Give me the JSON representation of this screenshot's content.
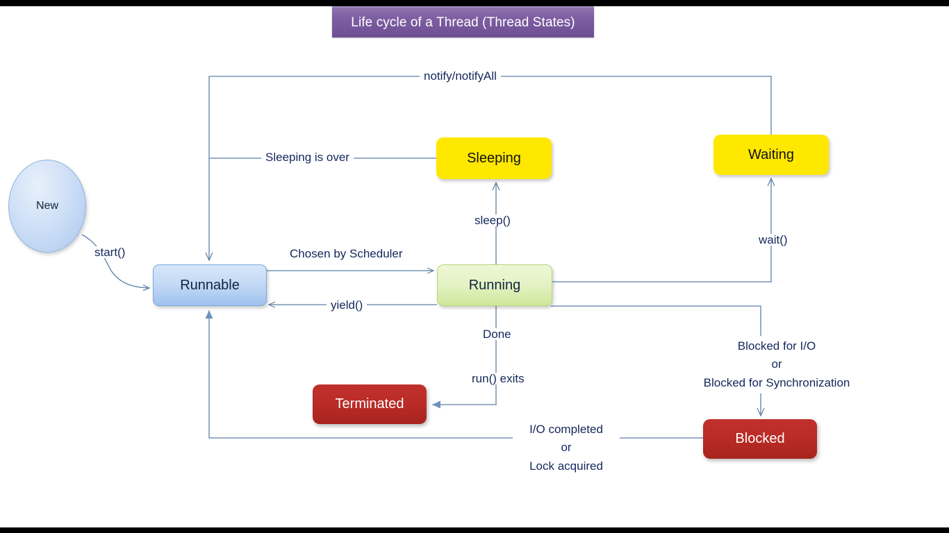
{
  "title": {
    "text": "Life cycle of a Thread (Thread States)",
    "bg_color": "#7d5ea2",
    "text_color": "#ffffff"
  },
  "colors": {
    "edge": "#5b7fa6",
    "label_text": "#14275a",
    "new_node": "#bcd6f5",
    "runnable_node": "#c3d9f5",
    "running_node": "#e4f2c4",
    "sleeping_node": "#ffe800",
    "waiting_node": "#ffe800",
    "blocked_node": "#bb2b27",
    "terminated_node": "#bb2b27",
    "background": "#ffffff",
    "letterbox": "#000000"
  },
  "nodes": [
    {
      "id": "new",
      "label": "New",
      "shape": "ellipse"
    },
    {
      "id": "runnable",
      "label": "Runnable",
      "shape": "rounded-rect"
    },
    {
      "id": "running",
      "label": "Running",
      "shape": "rounded-rect"
    },
    {
      "id": "sleeping",
      "label": "Sleeping",
      "shape": "rounded-rect"
    },
    {
      "id": "waiting",
      "label": "Waiting",
      "shape": "rounded-rect"
    },
    {
      "id": "blocked",
      "label": "Blocked",
      "shape": "rounded-rect"
    },
    {
      "id": "terminated",
      "label": "Terminated",
      "shape": "rounded-rect"
    }
  ],
  "edges": [
    {
      "id": "start",
      "from": "new",
      "to": "runnable",
      "label": "start()"
    },
    {
      "id": "chosen",
      "from": "runnable",
      "to": "running",
      "label": "Chosen by Scheduler"
    },
    {
      "id": "yield",
      "from": "running",
      "to": "runnable",
      "label": "yield()"
    },
    {
      "id": "sleep",
      "from": "running",
      "to": "sleeping",
      "label": "sleep()"
    },
    {
      "id": "sleeping-over",
      "from": "sleeping",
      "to": "runnable",
      "label": "Sleeping is over"
    },
    {
      "id": "wait",
      "from": "running",
      "to": "waiting",
      "label": "wait()"
    },
    {
      "id": "notify",
      "from": "waiting",
      "to": "runnable",
      "label": "notify/notifyAll"
    },
    {
      "id": "done",
      "from": "running",
      "to": "terminated",
      "label": "Done"
    },
    {
      "id": "run-exits",
      "from": "running",
      "to": "terminated",
      "label": "run() exits"
    },
    {
      "id": "blocked-io",
      "from": "running",
      "to": "blocked",
      "label_line1": "Blocked for I/O",
      "label_line2": "or",
      "label_line3": "Blocked for Synchronization"
    },
    {
      "id": "io-completed",
      "from": "blocked",
      "to": "runnable",
      "label_line1": "I/O completed",
      "label_line2": "or",
      "label_line3": "Lock acquired"
    }
  ],
  "labels": {
    "start": "start()",
    "chosen_by_scheduler": "Chosen by Scheduler",
    "yield": "yield()",
    "sleep": "sleep()",
    "sleeping_is_over": "Sleeping is over",
    "wait": "wait()",
    "notify_notify_all": "notify/notifyAll",
    "done": "Done",
    "run_exits": "run() exits",
    "blocked_io_l1": "Blocked for I/O",
    "blocked_io_l2": "or",
    "blocked_io_l3": "Blocked for Synchronization",
    "io_completed_l1": "I/O completed",
    "io_completed_l2": "or",
    "io_completed_l3": "Lock acquired"
  }
}
